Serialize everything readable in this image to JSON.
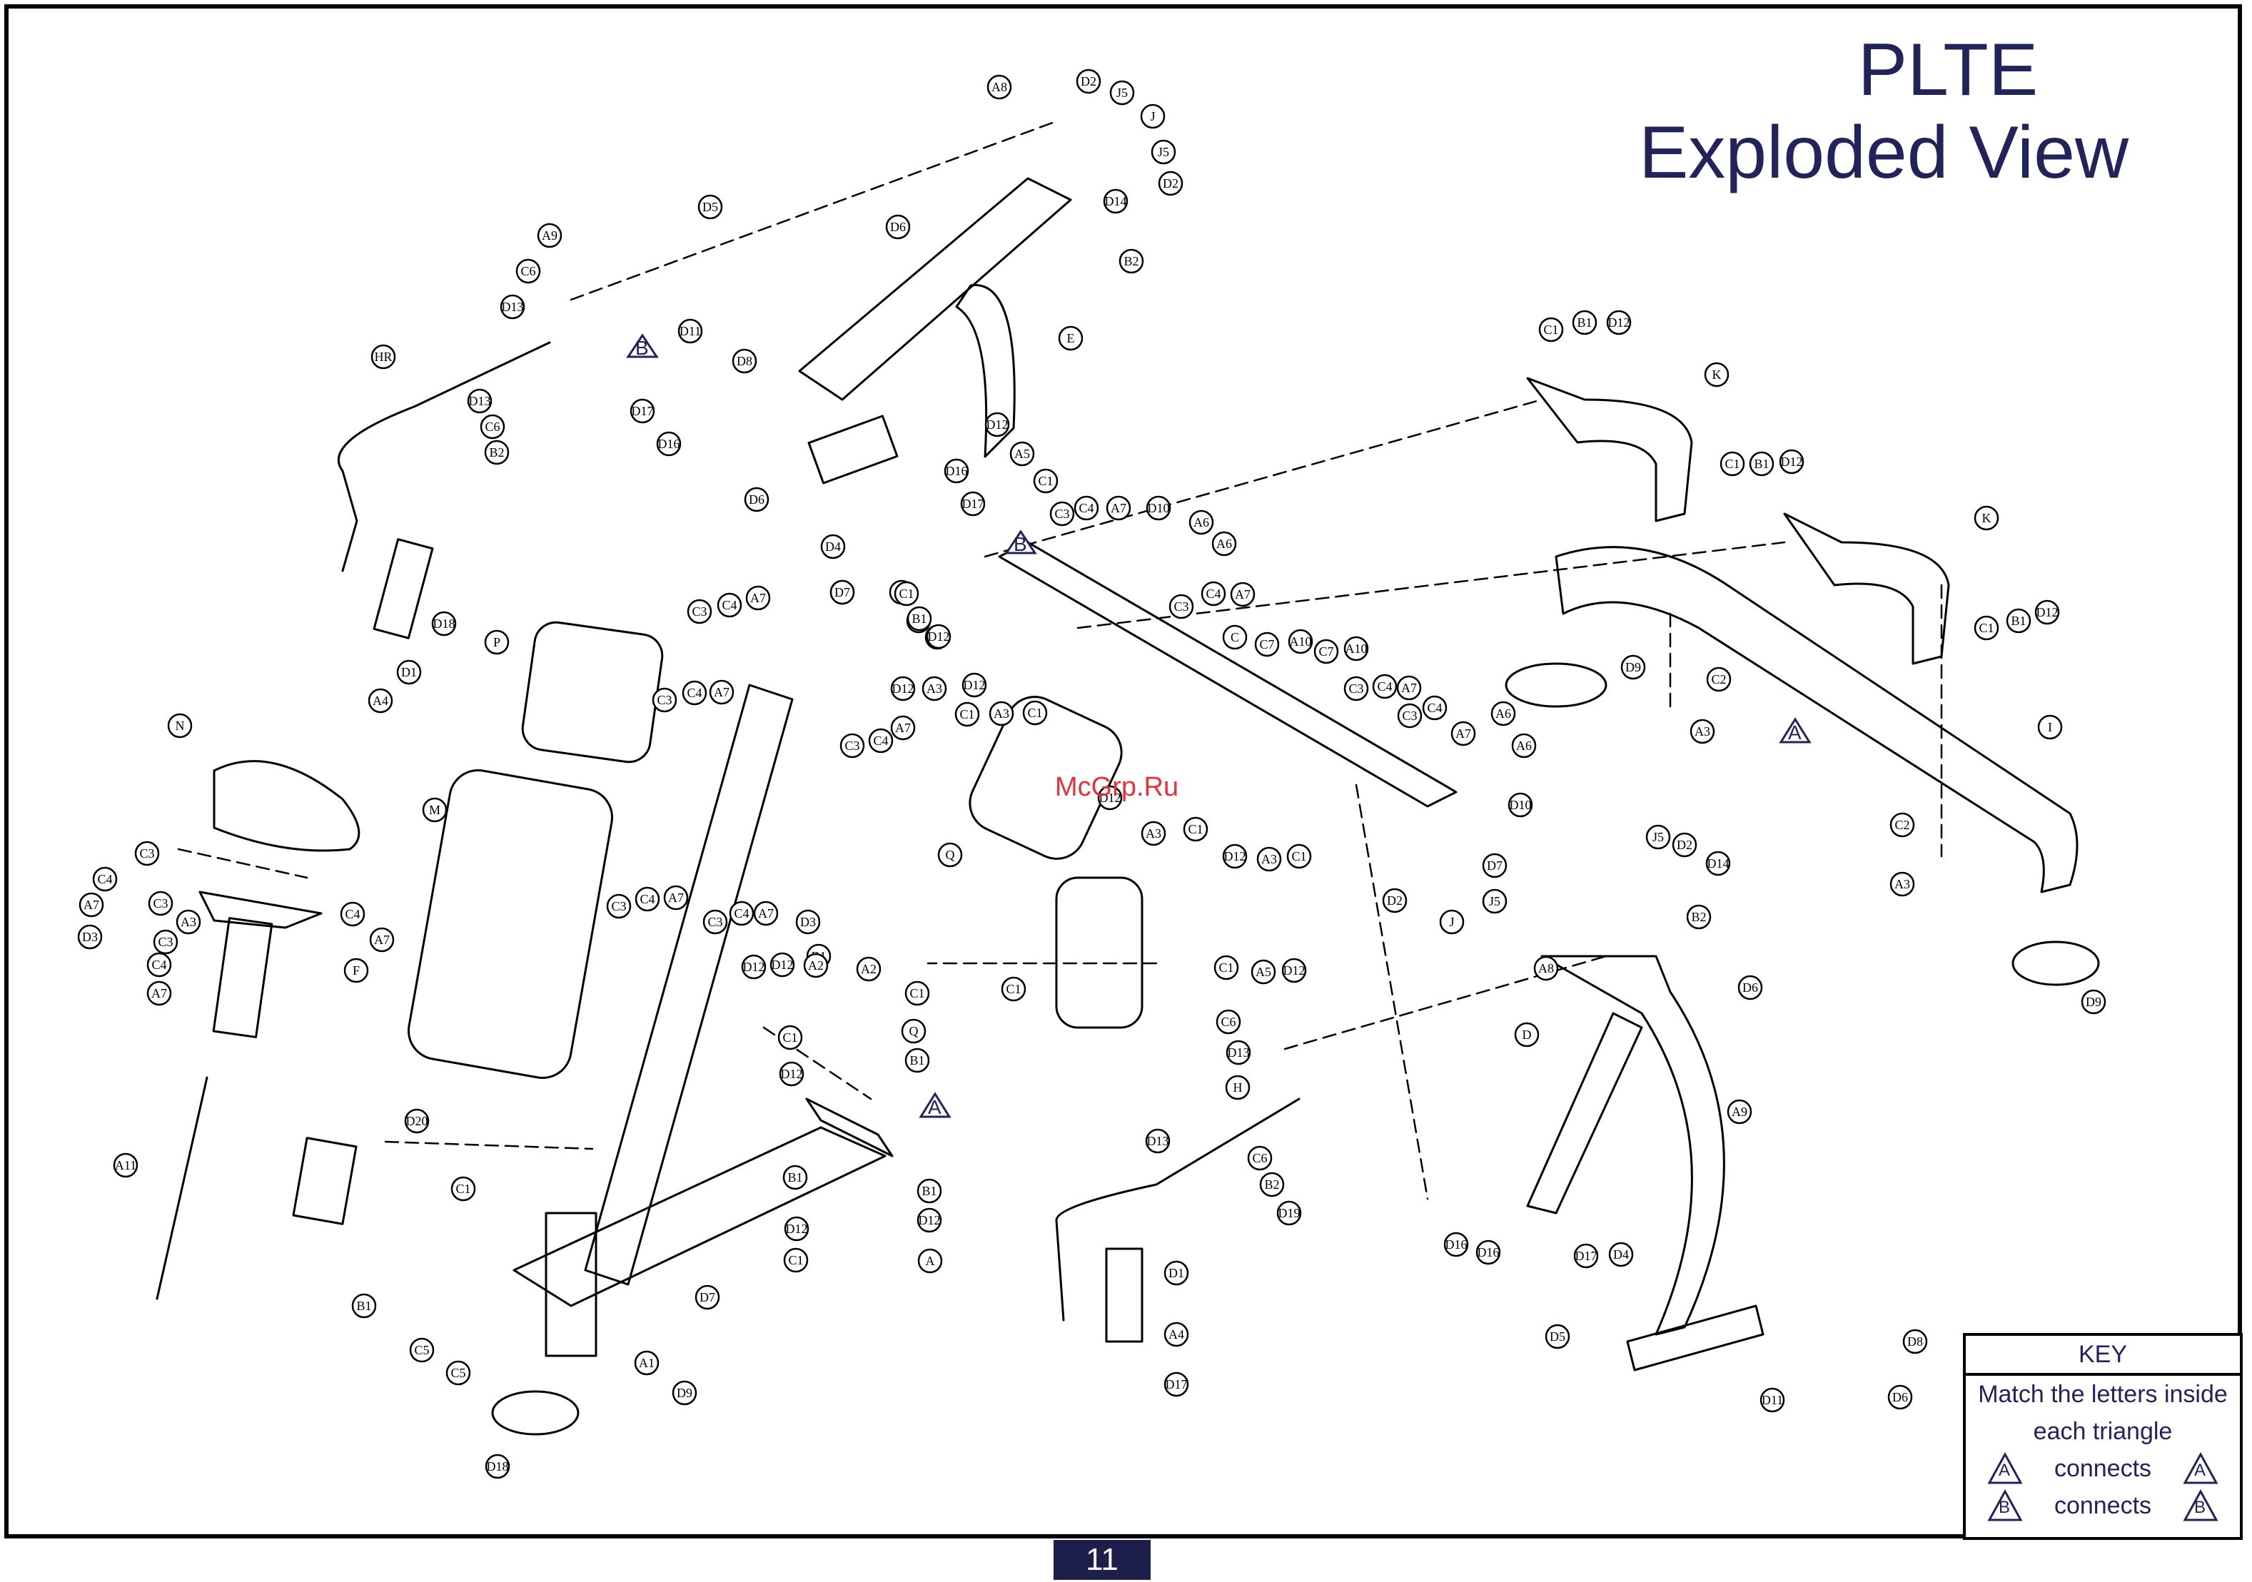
{
  "title": {
    "line1": "PLTE",
    "line2": "Exploded  View"
  },
  "page_number": "11",
  "watermark": "McGrp.Ru",
  "key": {
    "title": "KEY",
    "description": "Match the letters inside each triangle",
    "rows": [
      {
        "left": "A",
        "text": "connects",
        "right": "A"
      },
      {
        "left": "B",
        "text": "connects",
        "right": "B"
      }
    ]
  },
  "colors": {
    "title": "#22235a",
    "line": "#000000",
    "page_box": "#1c1f4a",
    "watermark": "#e8323a"
  },
  "parts": [
    {
      "label": "A8"
    },
    {
      "label": "D2"
    },
    {
      "label": "J5"
    },
    {
      "label": "J"
    },
    {
      "label": "J5"
    },
    {
      "label": "D2"
    },
    {
      "label": "D14"
    },
    {
      "label": "B2"
    },
    {
      "label": "D5"
    },
    {
      "label": "D6"
    },
    {
      "label": "E"
    },
    {
      "label": "A9"
    },
    {
      "label": "C6"
    },
    {
      "label": "D13"
    },
    {
      "label": "HR"
    },
    {
      "label": "D13"
    },
    {
      "label": "C6"
    },
    {
      "label": "B2"
    },
    {
      "label": "D11"
    },
    {
      "label": "D8"
    },
    {
      "label": "D17"
    },
    {
      "label": "D16"
    },
    {
      "label": "D12"
    },
    {
      "label": "A5"
    },
    {
      "label": "C1"
    },
    {
      "label": "D16"
    },
    {
      "label": "D17"
    },
    {
      "label": "D6"
    },
    {
      "label": "D4"
    },
    {
      "label": "D18"
    },
    {
      "label": "D1"
    },
    {
      "label": "A4"
    },
    {
      "label": "C1"
    },
    {
      "label": "B1"
    },
    {
      "label": "D12"
    },
    {
      "label": "K"
    },
    {
      "label": "C1"
    },
    {
      "label": "B1"
    },
    {
      "label": "D12"
    },
    {
      "label": "C1"
    },
    {
      "label": "B1"
    },
    {
      "label": "D12"
    },
    {
      "label": "K"
    },
    {
      "label": "C1"
    },
    {
      "label": "B1"
    },
    {
      "label": "D12"
    },
    {
      "label": "C3"
    },
    {
      "label": "C4"
    },
    {
      "label": "A7"
    },
    {
      "label": "D10"
    },
    {
      "label": "A6"
    },
    {
      "label": "A6"
    },
    {
      "label": "C3"
    },
    {
      "label": "C4"
    },
    {
      "label": "A7"
    },
    {
      "label": "D7"
    },
    {
      "label": "C1"
    },
    {
      "label": "B1"
    },
    {
      "label": "D12"
    },
    {
      "label": "C3"
    },
    {
      "label": "C4"
    },
    {
      "label": "A7"
    },
    {
      "label": "D7"
    },
    {
      "label": "P"
    },
    {
      "label": "C3"
    },
    {
      "label": "C4"
    },
    {
      "label": "A7"
    },
    {
      "label": "C3"
    },
    {
      "label": "C4"
    },
    {
      "label": "A7"
    },
    {
      "label": "D12"
    },
    {
      "label": "A3"
    },
    {
      "label": "C1"
    },
    {
      "label": "D12"
    },
    {
      "label": "A3"
    },
    {
      "label": "C1"
    },
    {
      "label": "C"
    },
    {
      "label": "C7"
    },
    {
      "label": "A10"
    },
    {
      "label": "C7"
    },
    {
      "label": "A10"
    },
    {
      "label": "C3"
    },
    {
      "label": "C4"
    },
    {
      "label": "A7"
    },
    {
      "label": "C3"
    },
    {
      "label": "C4"
    },
    {
      "label": "A7"
    },
    {
      "label": "A6"
    },
    {
      "label": "A6"
    },
    {
      "label": "D10"
    },
    {
      "label": "D9"
    },
    {
      "label": "C2"
    },
    {
      "label": "A3"
    },
    {
      "label": "I"
    },
    {
      "label": "C2"
    },
    {
      "label": "A3"
    },
    {
      "label": "D9"
    },
    {
      "label": "N"
    },
    {
      "label": "M"
    },
    {
      "label": "Q"
    },
    {
      "label": "D12"
    },
    {
      "label": "A3"
    },
    {
      "label": "C1"
    },
    {
      "label": "D12"
    },
    {
      "label": "A3"
    },
    {
      "label": "C1"
    },
    {
      "label": "D7"
    },
    {
      "label": "C3"
    },
    {
      "label": "C4"
    },
    {
      "label": "A7"
    },
    {
      "label": "D3"
    },
    {
      "label": "B1"
    },
    {
      "label": "C3"
    },
    {
      "label": "C4"
    },
    {
      "label": "A7"
    },
    {
      "label": "D3"
    },
    {
      "label": "A3"
    },
    {
      "label": "C3"
    },
    {
      "label": "C4"
    },
    {
      "label": "A7"
    },
    {
      "label": "F"
    },
    {
      "label": "C3"
    },
    {
      "label": "C4"
    },
    {
      "label": "A7"
    },
    {
      "label": "C3"
    },
    {
      "label": "C4"
    },
    {
      "label": "A7"
    },
    {
      "label": "D12"
    },
    {
      "label": "D12"
    },
    {
      "label": "A2"
    },
    {
      "label": "A2"
    },
    {
      "label": "C1"
    },
    {
      "label": "C1"
    },
    {
      "label": "Q"
    },
    {
      "label": "D12"
    },
    {
      "label": "B1"
    },
    {
      "label": "C1"
    },
    {
      "label": "C1"
    },
    {
      "label": "A5"
    },
    {
      "label": "D12"
    },
    {
      "label": "D2"
    },
    {
      "label": "J5"
    },
    {
      "label": "J"
    },
    {
      "label": "J5"
    },
    {
      "label": "D2"
    },
    {
      "label": "D14"
    },
    {
      "label": "B2"
    },
    {
      "label": "A8"
    },
    {
      "label": "D6"
    },
    {
      "label": "D"
    },
    {
      "label": "A9"
    },
    {
      "label": "C6"
    },
    {
      "label": "D13"
    },
    {
      "label": "H"
    },
    {
      "label": "D13"
    },
    {
      "label": "C6"
    },
    {
      "label": "B2"
    },
    {
      "label": "D19"
    },
    {
      "label": "D20"
    },
    {
      "label": "A11"
    },
    {
      "label": "C1"
    },
    {
      "label": "B1"
    },
    {
      "label": "D12"
    },
    {
      "label": "C1"
    },
    {
      "label": "B1"
    },
    {
      "label": "D12"
    },
    {
      "label": "A"
    },
    {
      "label": "D7"
    },
    {
      "label": "B1"
    },
    {
      "label": "C5"
    },
    {
      "label": "C5"
    },
    {
      "label": "A1"
    },
    {
      "label": "D9"
    },
    {
      "label": "D18"
    },
    {
      "label": "D1"
    },
    {
      "label": "A4"
    },
    {
      "label": "D17"
    },
    {
      "label": "D16"
    },
    {
      "label": "D16"
    },
    {
      "label": "D17"
    },
    {
      "label": "D4"
    },
    {
      "label": "D5"
    },
    {
      "label": "D8"
    },
    {
      "label": "D11"
    },
    {
      "label": "D6"
    }
  ],
  "connectors": [
    {
      "label": "A"
    },
    {
      "label": "A"
    },
    {
      "label": "B"
    },
    {
      "label": "B"
    }
  ]
}
